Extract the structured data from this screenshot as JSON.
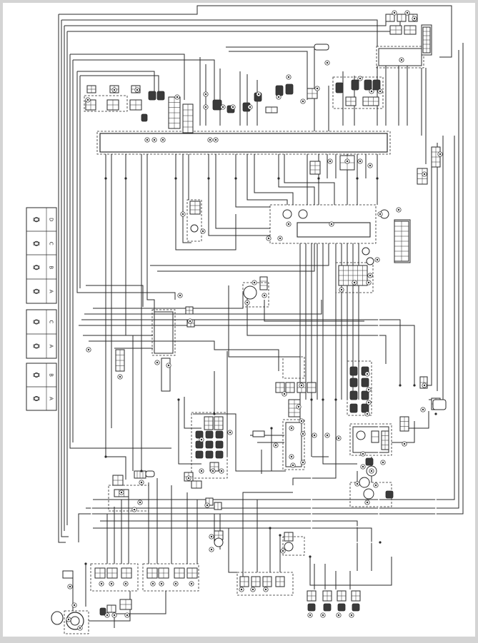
{
  "diagram": {
    "type": "wiring-diagram",
    "colors": {
      "background": "#d4d4d4",
      "page": "#ffffff",
      "wire": "#2a2a2a",
      "wire_light": "#f8f8f8",
      "fill_dark": "#3a3a3a"
    },
    "legend_groups": [
      {
        "id": "group-1",
        "rows": [
          "D",
          "C",
          "B",
          "A"
        ]
      },
      {
        "id": "group-2",
        "rows": [
          "C",
          "A"
        ]
      },
      {
        "id": "group-3",
        "rows": [
          "B",
          "A"
        ]
      }
    ]
  }
}
